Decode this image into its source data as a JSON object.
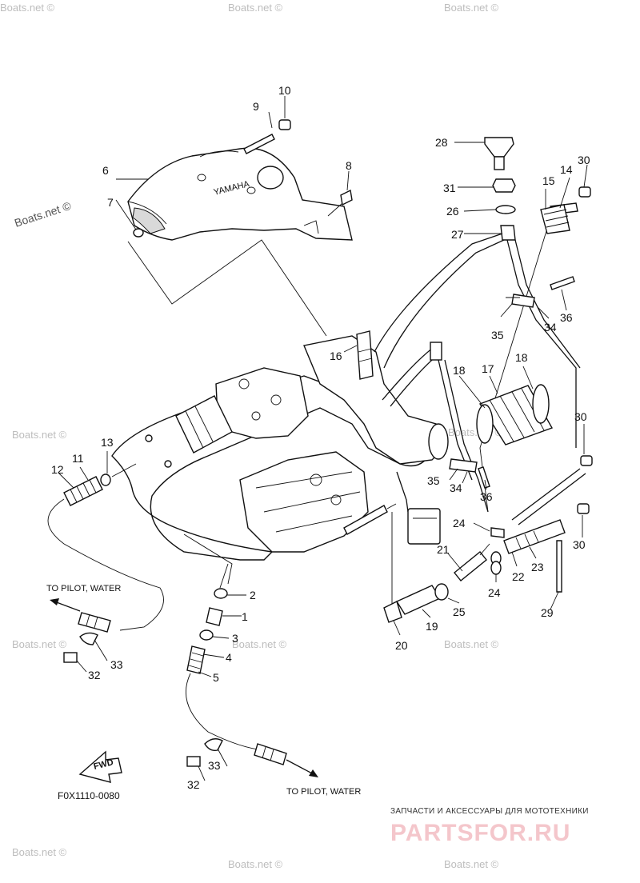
{
  "diagram_code": "F0X1110-0080",
  "callouts": [
    "1",
    "2",
    "3",
    "4",
    "5",
    "6",
    "7",
    "8",
    "9",
    "10",
    "11",
    "12",
    "13",
    "14",
    "15",
    "16",
    "17",
    "18",
    "19",
    "20",
    "21",
    "22",
    "23",
    "24",
    "25",
    "26",
    "27",
    "28",
    "29",
    "30",
    "31",
    "32",
    "33",
    "34",
    "35",
    "36"
  ],
  "text_labels": {
    "to_pilot_left": "TO PILOT, WATER",
    "to_pilot_bottom": "TO PILOT, WATER",
    "fwd": "FWD",
    "brand_inscription": "YAMAHA"
  },
  "watermark": "Boats.net ©",
  "brand": {
    "tagline": "ЗАПЧАСТИ И АКСЕССУАРЫ ДЛЯ МОТОТЕХНИКИ",
    "logo": "PARTSFOR.RU"
  },
  "colors": {
    "line": "#111111",
    "watermark": "#bdbdbd",
    "brand_logo": "#f4c6cb"
  }
}
